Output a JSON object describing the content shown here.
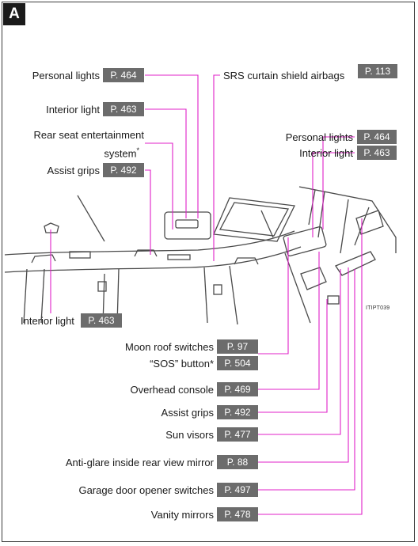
{
  "section_badge": "A",
  "figure_code": "ITIPT039",
  "callouts": {
    "personal_lights_left": {
      "label": "Personal lights",
      "page": "P. 464"
    },
    "interior_light_top": {
      "label": "Interior light",
      "page": "P. 463"
    },
    "rear_seat_entertainment": {
      "label_line1": "Rear seat entertainment",
      "label_line2": "system",
      "asterisk": "*"
    },
    "assist_grips_left": {
      "label": "Assist grips",
      "page": "P. 492"
    },
    "srs_curtain": {
      "label": "SRS curtain shield airbags",
      "page": "P. 113"
    },
    "personal_lights_right": {
      "label": "Personal lights",
      "page": "P. 464"
    },
    "interior_light_right": {
      "label": "Interior light",
      "page": "P. 463"
    },
    "interior_light_bottom": {
      "label": "Interior light",
      "page": "P. 463"
    },
    "moon_roof": {
      "label": "Moon roof switches",
      "page": "P. 97"
    },
    "sos_button": {
      "label": "“SOS” button",
      "asterisk": "*",
      "page": "P. 504"
    },
    "overhead_console": {
      "label": "Overhead console",
      "page": "P. 469"
    },
    "assist_grips_bottom": {
      "label": "Assist grips",
      "page": "P. 492"
    },
    "sun_visors": {
      "label": "Sun visors",
      "page": "P. 477"
    },
    "anti_glare": {
      "label": "Anti-glare inside rear view mirror",
      "page": "P. 88"
    },
    "garage_door": {
      "label": "Garage door opener switches",
      "page": "P. 497"
    },
    "vanity_mirrors": {
      "label": "Vanity mirrors",
      "page": "P. 478"
    }
  },
  "colors": {
    "leader": "#e020c8",
    "ref_box": "#6c6c6c",
    "badge": "#1a1a1a",
    "drawing": "#4a4a4a"
  }
}
